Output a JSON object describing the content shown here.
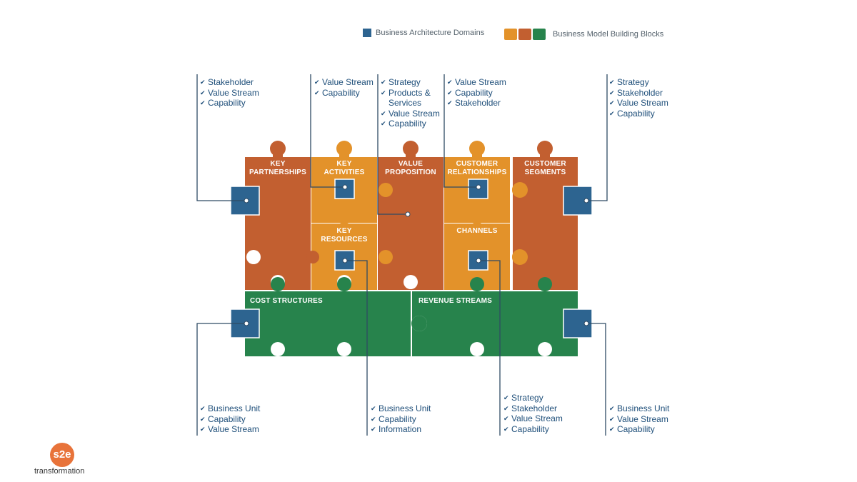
{
  "legend": {
    "domains_label": "Business Architecture Domains",
    "blocks_label": "Business Model Building Blocks"
  },
  "colors": {
    "dark_orange": "#c25f30",
    "orange": "#e3922a",
    "green": "#27834c",
    "blue": "#2d6490",
    "line": "#2e4a63",
    "text_blue": "#1f4f7a"
  },
  "blocks": {
    "key_partnerships": "KEY\nPARTNERSHIPS",
    "key_activities": "KEY\nACTIVITIES",
    "value_proposition": "VALUE\nPROPOSITION",
    "customer_relationships": "CUSTOMER\nRELATIONSHIPS",
    "customer_segments": "CUSTOMER\nSEGMENTS",
    "key_resources": "KEY\nRESOURCES",
    "channels": "CHANNELS",
    "cost_structures": "COST STRUCTURES",
    "revenue_streams": "REVENUE STREAMS"
  },
  "lists": {
    "key_partnerships": [
      "Stakeholder",
      "Value Stream",
      "Capability"
    ],
    "key_activities": [
      "Value Stream",
      "Capability"
    ],
    "value_proposition": [
      "Strategy",
      "Products &\nServices",
      "Value Stream",
      "Capability"
    ],
    "customer_relationships": [
      "Value Stream",
      "Capability",
      "Stakeholder"
    ],
    "customer_segments": [
      "Strategy",
      "Stakeholder",
      "Value Stream",
      "Capability"
    ],
    "cost_structures": [
      "Business Unit",
      "Capability",
      "Value Stream"
    ],
    "key_resources": [
      "Business Unit",
      "Capability",
      "Information"
    ],
    "channels": [
      "Strategy",
      "Stakeholder",
      "Value Stream",
      "Capability"
    ],
    "revenue_streams": [
      "Business Unit",
      "Value Stream",
      "Capability"
    ]
  },
  "icons": {
    "check": "✔"
  },
  "logo": {
    "mark": "s2e",
    "wordmark": "transformation"
  }
}
